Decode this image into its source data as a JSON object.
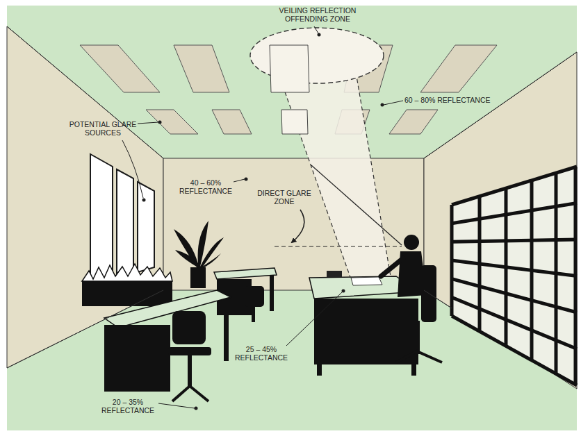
{
  "diagram": {
    "labels": [
      "VEILING REFLECTION OFFENDING ZONE",
      "60 – 80% REFLECTANCE",
      "POTENTIAL GLARE SOURCES",
      "40 – 60% REFLECTANCE",
      "DIRECT GLARE ZONE",
      "25 – 45% REFLECTANCE",
      "20 – 35% REFLECTANCE"
    ]
  }
}
